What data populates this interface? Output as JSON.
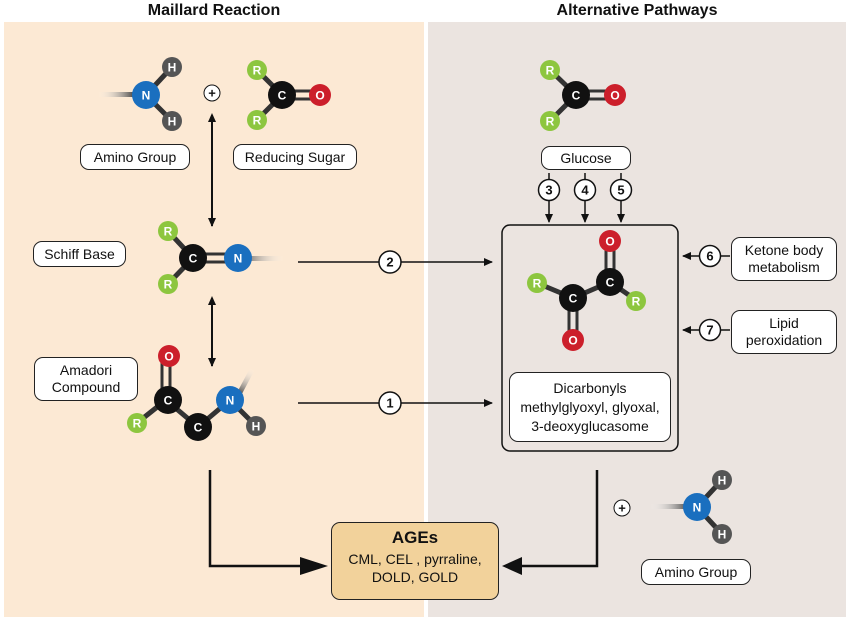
{
  "titles": {
    "left": "Maillard Reaction",
    "right": "Alternative Pathways"
  },
  "colors": {
    "left_bg": "#fce9d4",
    "right_bg": "#ebe4e0",
    "carbon": "#111111",
    "nitrogen": "#1a6fbf",
    "hydrogen": "#555555",
    "oxygen": "#cc1f2b",
    "r_group": "#8dc63f",
    "ages_fill": "#f2d29b"
  },
  "atoms": {
    "N": "N",
    "H": "H",
    "C": "C",
    "O": "O",
    "R": "R"
  },
  "labels": {
    "amino_group_top": "Amino Group",
    "reducing_sugar": "Reducing Sugar",
    "schiff_base": "Schiff Base",
    "amadori_line1": "Amadori",
    "amadori_line2": "Compound",
    "glucose": "Glucose",
    "ketone_line1": "Ketone body",
    "ketone_line2": "metabolism",
    "lipid_line1": "Lipid",
    "lipid_line2": "peroxidation",
    "dicarbonyls_line1": "Dicarbonyls",
    "dicarbonyls_line2": "methylglyoxyl, glyoxal,",
    "dicarbonyls_line3": "3-deoxyglucasome",
    "amino_group_bottom": "Amino Group"
  },
  "ages": {
    "title": "AGEs",
    "line1": "CML, CEL , pyrraline,",
    "line2": "DOLD, GOLD"
  },
  "plus": "+",
  "steps": {
    "s1": "1",
    "s2": "2",
    "s3": "3",
    "s4": "4",
    "s5": "5",
    "s6": "6",
    "s7": "7"
  }
}
